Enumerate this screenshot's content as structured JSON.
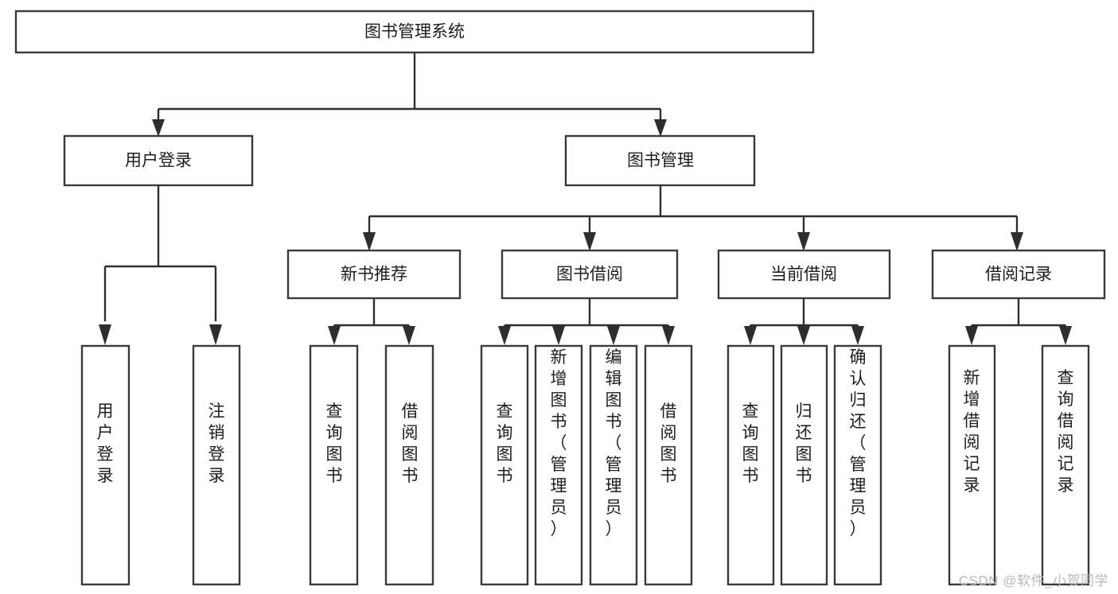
{
  "diagram": {
    "type": "tree-hierarchy-flowchart",
    "title": "图书管理系统",
    "colors": {
      "box_stroke": "#3a3a3a",
      "box_fill": "#ffffff",
      "connector": "#2e2e2e",
      "text": "#1d1d1d",
      "watermark": "#b9b9b9",
      "background": "#ffffff"
    },
    "root": {
      "label": "图书管理系统",
      "orientation": "horizontal"
    },
    "level2": [
      {
        "id": "user-login",
        "label": "用户登录",
        "orientation": "horizontal"
      },
      {
        "id": "book-manage",
        "label": "图书管理",
        "orientation": "horizontal"
      }
    ],
    "level3": [
      {
        "id": "new-book-recommend",
        "label": "新书推荐",
        "orientation": "horizontal"
      },
      {
        "id": "book-borrow",
        "label": "图书借阅",
        "orientation": "horizontal"
      },
      {
        "id": "current-borrow",
        "label": "当前借阅",
        "orientation": "horizontal"
      },
      {
        "id": "borrow-record",
        "label": "借阅记录",
        "orientation": "horizontal"
      }
    ],
    "leaves": {
      "user-login": [
        {
          "id": "leaf-user-login",
          "label": "用户登录",
          "orientation": "vertical"
        },
        {
          "id": "leaf-logout",
          "label": "注销登录",
          "orientation": "vertical"
        }
      ],
      "new-book-recommend": [
        {
          "id": "leaf-query-book-1",
          "label": "查询图书",
          "orientation": "vertical"
        },
        {
          "id": "leaf-borrow-book-1",
          "label": "借阅图书",
          "orientation": "vertical"
        }
      ],
      "book-borrow": [
        {
          "id": "leaf-query-book-2",
          "label": "查询图书",
          "orientation": "vertical"
        },
        {
          "id": "leaf-add-book-admin",
          "label": "新增图书（管理员）",
          "orientation": "vertical"
        },
        {
          "id": "leaf-edit-book-admin",
          "label": "编辑图书（管理员）",
          "orientation": "vertical"
        },
        {
          "id": "leaf-borrow-book-2",
          "label": "借阅图书",
          "orientation": "vertical"
        }
      ],
      "current-borrow": [
        {
          "id": "leaf-query-book-3",
          "label": "查询图书",
          "orientation": "vertical"
        },
        {
          "id": "leaf-return-book",
          "label": "归还图书",
          "orientation": "vertical"
        },
        {
          "id": "leaf-confirm-return-admin",
          "label": "确认归还（管理员）",
          "orientation": "vertical"
        }
      ],
      "borrow-record": [
        {
          "id": "leaf-add-borrow-record",
          "label": "新增借阅记录",
          "orientation": "vertical"
        },
        {
          "id": "leaf-query-borrow-record",
          "label": "查询借阅记录",
          "orientation": "vertical"
        }
      ]
    }
  },
  "watermark": {
    "text": "CSDN @软件_小贺同学"
  }
}
